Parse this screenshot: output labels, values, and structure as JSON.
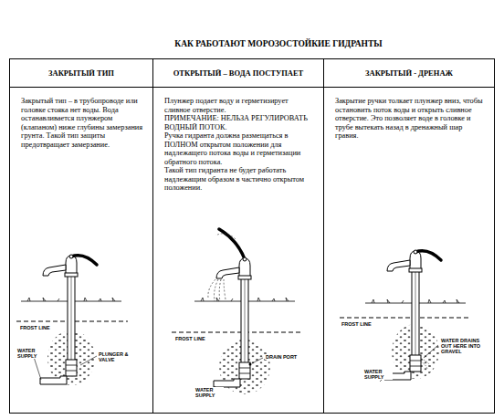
{
  "diagram": {
    "title": "КАК РАБОТАЮТ МОРОЗОСТОЙКИЕ ГИДРАНТЫ",
    "nodes": [
      {
        "text": [
          "ЗАКРЫТЫЙ ТИП",
          "Закрытый тип – в трубопроводе или головке стояка нет воды. Вода останавливается плунжером (клапаном) ниже глубины замерзания грунта. Такой тип защиты предотвращает замерзание."
        ]
      },
      {
        "text": [
          "ОТКРЫТЫЙ – ВОДА ПОСТУПАЕТ",
          "Плунжер подает воду и герметизирует сливное отверстие.",
          "ПРИМЕЧАНИЕ: НЕЛЬЗА РЕГУЛИРОВАТЬ ВОДНЫЙ ПОТОК.",
          "Ручка гидранта должна размещаться в ПОЛНОМ открытом положении для надлежащего потока воды и герметизации обратного потока.",
          "Такой тип гидранта не будет работать надлежащим образом в частично открытом положении."
        ]
      },
      {
        "text": [
          "ЗАКРЫТЫЙ - ДРЕНАЖ",
          "Закрытие ручки толкает плунжер вниз, чтобы остановить поток воды и открыть сливное отверстие. Это позволяет воде в головке и трубе вытекать назад в дренажный шар гравия."
        ]
      }
    ],
    "labels": [
      "FROST LINE",
      "WATER SUPPLY",
      "PLUNGER & VALVE",
      "FROST LINE",
      "DRAIN PORT",
      "WATER SUPPLY",
      "FROST LINE",
      "WATER DRAINS OUT HERE INTO GRAVEL",
      "WATER SUPPLY"
    ]
  }
}
